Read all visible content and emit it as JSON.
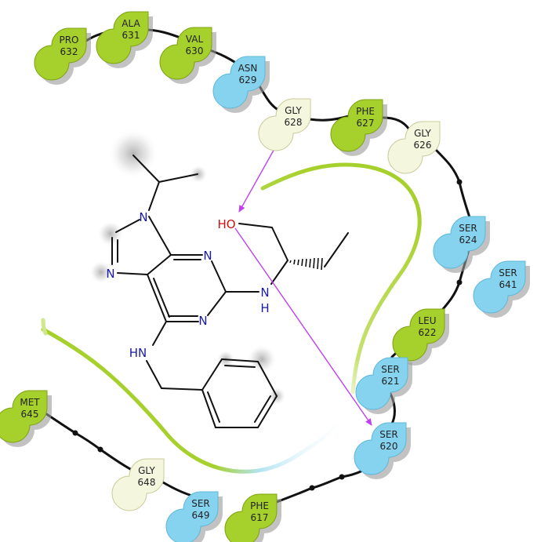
{
  "colors": {
    "hydrophobic": "#a6d02b",
    "polar": "#86d3ef",
    "glycine": "#f4f6de",
    "backbone": "#111111",
    "hbond": "#c040f0",
    "nitrogen": "#1a1aa6",
    "oxygen": "#cc1111",
    "pocket_green": "#a6d02b",
    "pocket_blue": "#b3e4f3"
  },
  "residues": [
    {
      "id": "pro632",
      "name": "PRO",
      "num": "632",
      "type": "hydrophobic"
    },
    {
      "id": "ala631",
      "name": "ALA",
      "num": "631",
      "type": "hydrophobic"
    },
    {
      "id": "val630",
      "name": "VAL",
      "num": "630",
      "type": "hydrophobic"
    },
    {
      "id": "asn629",
      "name": "ASN",
      "num": "629",
      "type": "polar"
    },
    {
      "id": "gly628",
      "name": "GLY",
      "num": "628",
      "type": "glycine"
    },
    {
      "id": "phe627",
      "name": "PHE",
      "num": "627",
      "type": "hydrophobic"
    },
    {
      "id": "gly626",
      "name": "GLY",
      "num": "626",
      "type": "glycine"
    },
    {
      "id": "ser624",
      "name": "SER",
      "num": "624",
      "type": "polar"
    },
    {
      "id": "ser641",
      "name": "SER",
      "num": "641",
      "type": "polar"
    },
    {
      "id": "leu622",
      "name": "LEU",
      "num": "622",
      "type": "hydrophobic"
    },
    {
      "id": "ser621",
      "name": "SER",
      "num": "621",
      "type": "polar"
    },
    {
      "id": "ser620",
      "name": "SER",
      "num": "620",
      "type": "polar"
    },
    {
      "id": "phe617",
      "name": "PHE",
      "num": "617",
      "type": "hydrophobic"
    },
    {
      "id": "met645",
      "name": "MET",
      "num": "645",
      "type": "hydrophobic"
    },
    {
      "id": "gly648",
      "name": "GLY",
      "num": "648",
      "type": "glycine"
    },
    {
      "id": "ser649",
      "name": "SER",
      "num": "649",
      "type": "polar"
    }
  ],
  "ligand_atoms": {
    "n9": "N",
    "n7": "N",
    "n3": "N",
    "n1": "N",
    "amine_nh_n": "N",
    "amine_nh_h": "H",
    "benzyl_hn": "HN",
    "hydroxyl": "HO"
  },
  "interactions": [
    {
      "from": "GLY 628",
      "to": "HO",
      "kind": "h-bond"
    },
    {
      "from": "HO",
      "to": "SER 620",
      "kind": "h-bond"
    }
  ]
}
